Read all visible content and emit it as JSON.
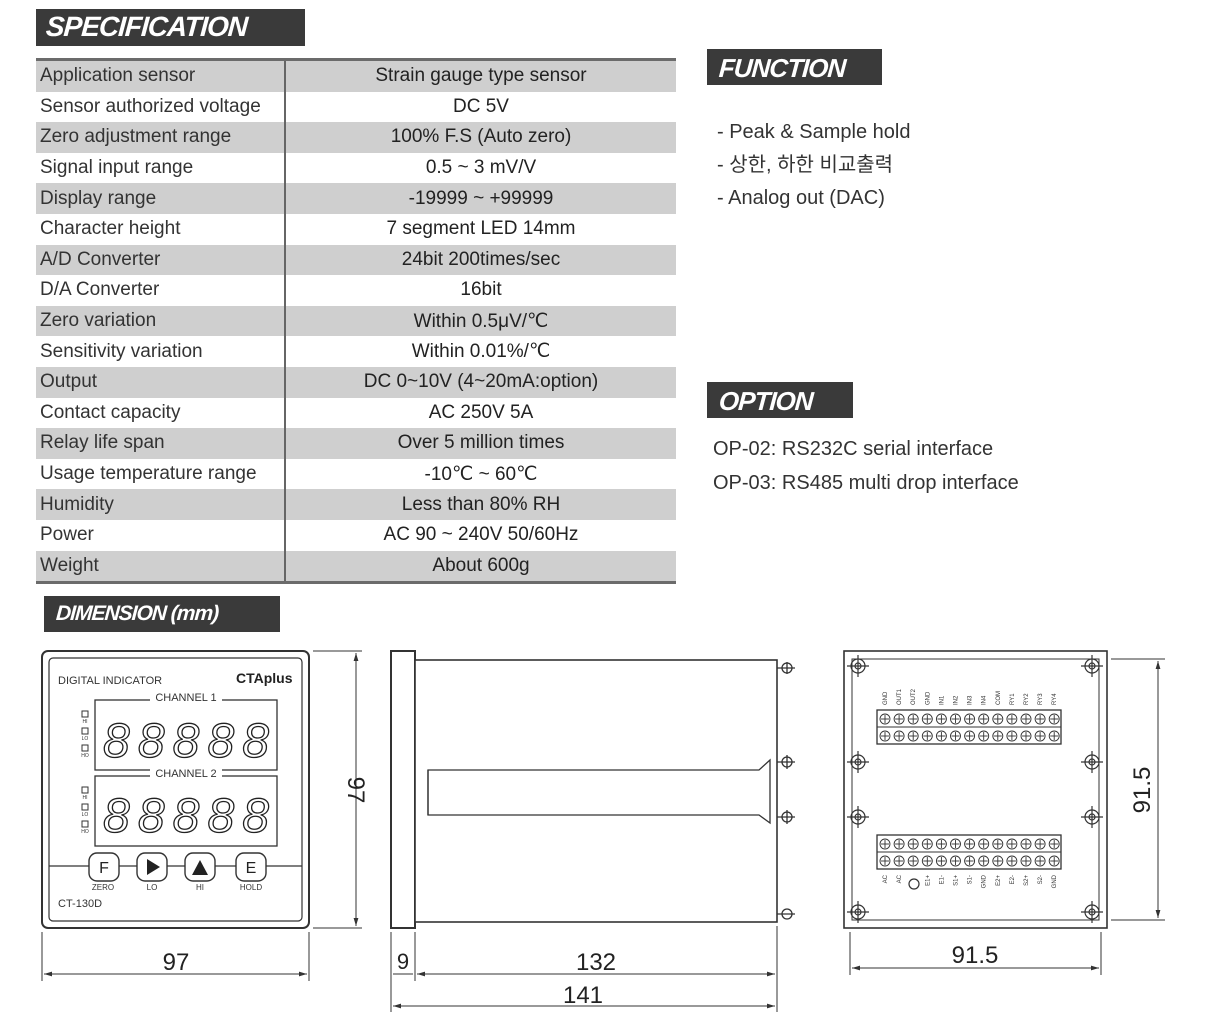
{
  "sections": {
    "specification": "SPECIFICATION",
    "function": "FUNCTION",
    "option": "OPTION",
    "dimension": "DIMENSION (mm)"
  },
  "spec_rows": [
    {
      "key": "Application sensor",
      "value": "Strain gauge type sensor"
    },
    {
      "key": "Sensor authorized voltage",
      "value": "DC 5V"
    },
    {
      "key": "Zero adjustment range",
      "value": "100% F.S (Auto zero)"
    },
    {
      "key": "Signal input range",
      "value": "0.5 ~ 3 mV/V"
    },
    {
      "key": "Display range",
      "value": "-19999 ~ +99999"
    },
    {
      "key": "Character height",
      "value": "7 segment LED 14mm"
    },
    {
      "key": "A/D Converter",
      "value": "24bit 200times/sec"
    },
    {
      "key": "D/A Converter",
      "value": "16bit"
    },
    {
      "key": "Zero variation",
      "value": "Within 0.5μV/℃"
    },
    {
      "key": "Sensitivity variation",
      "value": "Within 0.01%/℃"
    },
    {
      "key": "Output",
      "value": "DC 0~10V (4~20mA:option)"
    },
    {
      "key": "Contact capacity",
      "value": "AC 250V 5A"
    },
    {
      "key": "Relay life span",
      "value": "Over 5 million times"
    },
    {
      "key": "Usage temperature range",
      "value": "-10℃ ~ 60℃"
    },
    {
      "key": "Humidity",
      "value": "Less than 80% RH"
    },
    {
      "key": "Power",
      "value": "AC 90 ~ 240V 50/60Hz"
    },
    {
      "key": "Weight",
      "value": "About 600g"
    }
  ],
  "functions": [
    "- Peak & Sample hold",
    "- 상한, 하한 비교출력",
    "- Analog out (DAC)"
  ],
  "options": [
    "OP-02: RS232C serial interface",
    "OP-03: RS485 multi drop interface"
  ],
  "front_panel": {
    "title": "DIGITAL INDICATOR",
    "brand": "CTAplus",
    "channel1": "CHANNEL 1",
    "channel2": "CHANNEL 2",
    "indicators1": [
      "HI",
      "LO",
      "HO"
    ],
    "indicators2": [
      "HI",
      "LO",
      "HO"
    ],
    "buttons": [
      "F",
      "▶",
      "▲",
      "E"
    ],
    "button_labels": [
      "ZERO",
      "LO",
      "HI",
      "HOLD"
    ],
    "model": "CT-130D",
    "digits": "88888"
  },
  "rear_panel": {
    "top_terminals": [
      "GND",
      "OUT1",
      "OUT2",
      "GND",
      "IN1",
      "IN2",
      "IN3",
      "IN4",
      "COM",
      "RY1",
      "RY2",
      "RY3",
      "RY4"
    ],
    "bottom_terminals": [
      "AC",
      "AC",
      "",
      "E1+",
      "E1-",
      "S1+",
      "S1-",
      "GND",
      "E2+",
      "E2-",
      "S2+",
      "S2-",
      "GND"
    ]
  },
  "dimensions": {
    "front_width": "97",
    "front_height": "97",
    "side_flange": "9",
    "side_body": "132",
    "side_total": "141",
    "rear_width": "91.5",
    "rear_height": "91.5"
  }
}
